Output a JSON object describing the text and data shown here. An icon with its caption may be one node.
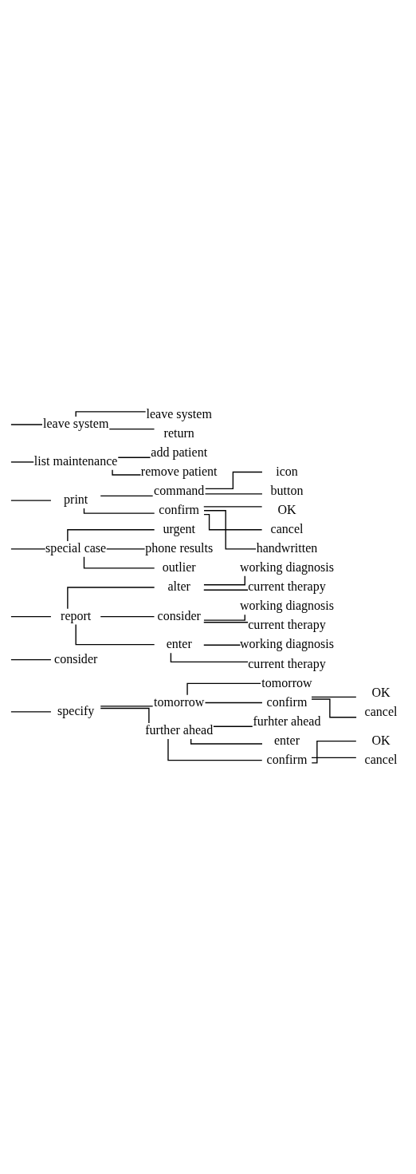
{
  "diagram": {
    "nodes": [
      {
        "text": [
          "specify"
        ]
      },
      {
        "text": [
          "tomorrow"
        ]
      },
      {
        "text": [
          "tomorrow"
        ]
      },
      {
        "text": [
          "confirm"
        ]
      },
      {
        "text": [
          "OK"
        ]
      },
      {
        "text": [
          "cancel"
        ]
      },
      {
        "text": [
          "further ahead"
        ]
      },
      {
        "text": [
          "furhter ahead"
        ]
      },
      {
        "text": [
          "enter"
        ]
      },
      {
        "text": [
          "confirm"
        ]
      },
      {
        "text": [
          "OK"
        ]
      },
      {
        "text": [
          "cancel"
        ]
      },
      {
        "text": [
          "consider"
        ]
      },
      {
        "text": [
          "report"
        ]
      },
      {
        "text": [
          "alter"
        ]
      },
      {
        "text": [
          "working diagnosis"
        ]
      },
      {
        "text": [
          "current therapy"
        ]
      },
      {
        "text": [
          "consider"
        ]
      },
      {
        "text": [
          "working diagnosis"
        ]
      },
      {
        "text": [
          "current therapy"
        ]
      },
      {
        "text": [
          "enter"
        ]
      },
      {
        "text": [
          "working diagnosis"
        ]
      },
      {
        "text": [
          "current therapy"
        ]
      },
      {
        "text": [
          "special case"
        ]
      },
      {
        "text": [
          "urgent"
        ]
      },
      {
        "text": [
          "phone results"
        ]
      },
      {
        "text": [
          "outlier"
        ]
      },
      {
        "text": [
          "print"
        ]
      },
      {
        "text": [
          "command"
        ]
      },
      {
        "text": [
          "icon"
        ]
      },
      {
        "text": [
          "button"
        ]
      },
      {
        "text": [
          "confirm"
        ]
      },
      {
        "text": [
          "OK"
        ]
      },
      {
        "text": [
          "cancel"
        ]
      },
      {
        "text": [
          "handwritten"
        ]
      },
      {
        "text": [
          "list maintenance"
        ]
      },
      {
        "text": [
          "add patient"
        ]
      },
      {
        "text": [
          "remove patient"
        ]
      },
      {
        "text": [
          "leave system"
        ]
      },
      {
        "text": [
          "leave system"
        ]
      },
      {
        "text": [
          "return"
        ]
      }
    ],
    "edges": [
      {
        "from": null,
        "to": 0,
        "arrow": "none"
      },
      {
        "from": 0,
        "to": 1,
        "arrow": "none"
      },
      {
        "from": 1,
        "to": 2,
        "arrow": "none"
      },
      {
        "from": 1,
        "to": 3,
        "arrow": "none"
      },
      {
        "from": 3,
        "to": 4,
        "arrow": "none"
      },
      {
        "from": 3,
        "to": 5,
        "arrow": "none"
      },
      {
        "from": 0,
        "to": 6,
        "arrow": "none"
      },
      {
        "from": 6,
        "to": 7,
        "arrow": "none"
      },
      {
        "from": 6,
        "to": 8,
        "arrow": "none"
      },
      {
        "from": 6,
        "to": 9,
        "arrow": "none"
      },
      {
        "from": 9,
        "to": 10,
        "arrow": "none"
      },
      {
        "from": 9,
        "to": 11,
        "arrow": "none"
      },
      {
        "from": null,
        "to": 12,
        "arrow": "none"
      },
      {
        "from": null,
        "to": 13,
        "arrow": "none"
      },
      {
        "from": 13,
        "to": 14,
        "arrow": "none"
      },
      {
        "from": 14,
        "to": 15,
        "arrow": "none"
      },
      {
        "from": 14,
        "to": 16,
        "arrow": "none"
      },
      {
        "from": 13,
        "to": 17,
        "arrow": "none"
      },
      {
        "from": 17,
        "to": 18,
        "arrow": "none"
      },
      {
        "from": 17,
        "to": 19,
        "arrow": "none"
      },
      {
        "from": 13,
        "to": 20,
        "arrow": "none"
      },
      {
        "from": 20,
        "to": 21,
        "arrow": "none"
      },
      {
        "from": 20,
        "to": 22,
        "arrow": "none"
      },
      {
        "from": null,
        "to": 23,
        "arrow": "none"
      },
      {
        "from": 23,
        "to": 24,
        "arrow": "none"
      },
      {
        "from": 23,
        "to": 25,
        "arrow": "none"
      },
      {
        "from": 23,
        "to": 26,
        "arrow": "none"
      },
      {
        "from": null,
        "to": 27,
        "arrow": "none"
      },
      {
        "from": 27,
        "to": 28,
        "arrow": "none"
      },
      {
        "from": 28,
        "to": 29,
        "arrow": "none"
      },
      {
        "from": 28,
        "to": 30,
        "arrow": "none"
      },
      {
        "from": 27,
        "to": 31,
        "arrow": "none"
      },
      {
        "from": 31,
        "to": 32,
        "arrow": "none"
      },
      {
        "from": 31,
        "to": 33,
        "arrow": "none"
      },
      {
        "from": 31,
        "to": 34,
        "arrow": "none"
      },
      {
        "from": null,
        "to": 35,
        "arrow": "none"
      },
      {
        "from": 35,
        "to": 36,
        "arrow": "none"
      },
      {
        "from": 35,
        "to": 37,
        "arrow": "none"
      },
      {
        "from": null,
        "to": 38,
        "arrow": "none"
      },
      {
        "from": 38,
        "to": 39,
        "arrow": "none"
      },
      {
        "from": 38,
        "to": 40,
        "arrow": "none"
      }
    ]
  }
}
